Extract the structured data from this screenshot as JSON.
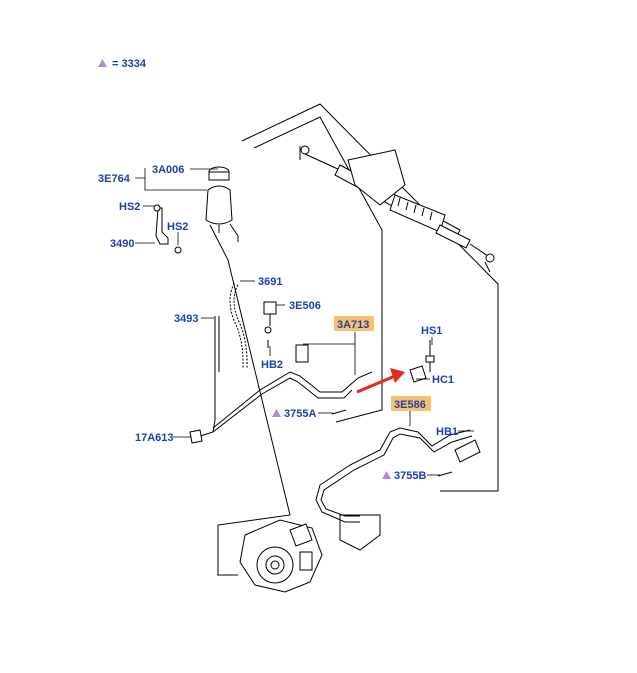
{
  "legend": {
    "text": "= 3334",
    "color": "#b18ad8"
  },
  "labels": {
    "a006": "3A006",
    "e764": "3E764",
    "hs2a": "HS2",
    "hs2b": "HS2",
    "p3490": "3490",
    "p3691": "3691",
    "e506": "3E506",
    "p3493": "3493",
    "hb2": "HB2",
    "a713": "3A713",
    "hs1": "HS1",
    "hc1": "HC1",
    "p3755a": "3755A",
    "e586": "3E586",
    "hb1": "HB1",
    "a613": "17A613",
    "p3755b": "3755B"
  },
  "colors": {
    "label": "#1f3fae",
    "highlight": "#f7c06b",
    "arrow": "#e32a1d",
    "triangle": "#b18ad8"
  }
}
